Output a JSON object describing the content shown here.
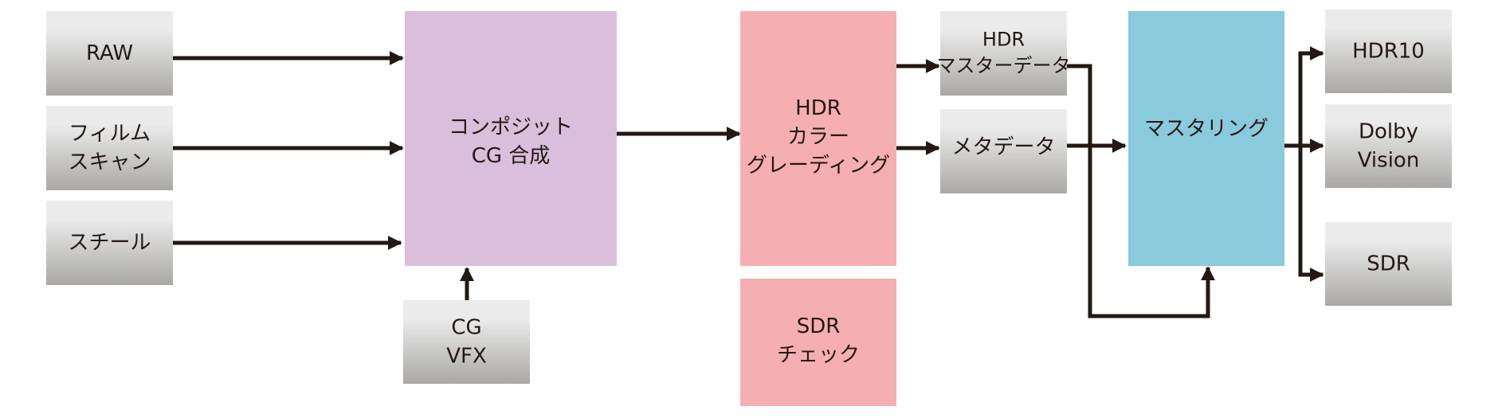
{
  "colors": {
    "gray_top": "#ebebeb",
    "gray_bottom": "#a9a8a6",
    "composite": "#dbbedb",
    "grading": "#f5aeb1",
    "mastering": "#89cadc",
    "line": "#231815"
  },
  "nodes": [
    {
      "id": "raw",
      "lines": [
        "RAW"
      ],
      "fill": "gray"
    },
    {
      "id": "film-scan",
      "lines": [
        "フィルム",
        "スキャン"
      ],
      "fill": "gray"
    },
    {
      "id": "still",
      "lines": [
        "スチール"
      ],
      "fill": "gray"
    },
    {
      "id": "composite-cg",
      "lines": [
        "コンポジット",
        "CG 合成"
      ],
      "fill": "composite"
    },
    {
      "id": "cg-vfx",
      "lines": [
        "CG",
        "VFX"
      ],
      "fill": "gray"
    },
    {
      "id": "hdr-color-grading",
      "lines": [
        "HDR",
        "カラー",
        "グレーディング"
      ],
      "fill": "grading"
    },
    {
      "id": "sdr-check",
      "lines": [
        "SDR",
        "チェック"
      ],
      "fill": "grading"
    },
    {
      "id": "hdr-master-data",
      "lines": [
        "HDR",
        "マスターデータ"
      ],
      "fill": "gray"
    },
    {
      "id": "metadata",
      "lines": [
        "メタデータ"
      ],
      "fill": "gray"
    },
    {
      "id": "mastering",
      "lines": [
        "マスタリング"
      ],
      "fill": "mastering"
    },
    {
      "id": "hdr10",
      "lines": [
        "HDR10"
      ],
      "fill": "gray"
    },
    {
      "id": "dolby-vision",
      "lines": [
        "Dolby",
        "Vision"
      ],
      "fill": "gray"
    },
    {
      "id": "sdr",
      "lines": [
        "SDR"
      ],
      "fill": "gray"
    }
  ],
  "edges": [
    {
      "from": "raw",
      "to": "composite-cg"
    },
    {
      "from": "film-scan",
      "to": "composite-cg"
    },
    {
      "from": "still",
      "to": "composite-cg"
    },
    {
      "from": "cg-vfx",
      "to": "composite-cg"
    },
    {
      "from": "composite-cg",
      "to": "hdr-color-grading"
    },
    {
      "from": "hdr-color-grading",
      "to": "hdr-master-data"
    },
    {
      "from": "hdr-color-grading",
      "to": "metadata"
    },
    {
      "from": "metadata",
      "to": "mastering"
    },
    {
      "from": "hdr-master-data",
      "to": "mastering"
    },
    {
      "from": "mastering",
      "to": "hdr10"
    },
    {
      "from": "mastering",
      "to": "dolby-vision"
    },
    {
      "from": "mastering",
      "to": "sdr"
    }
  ]
}
